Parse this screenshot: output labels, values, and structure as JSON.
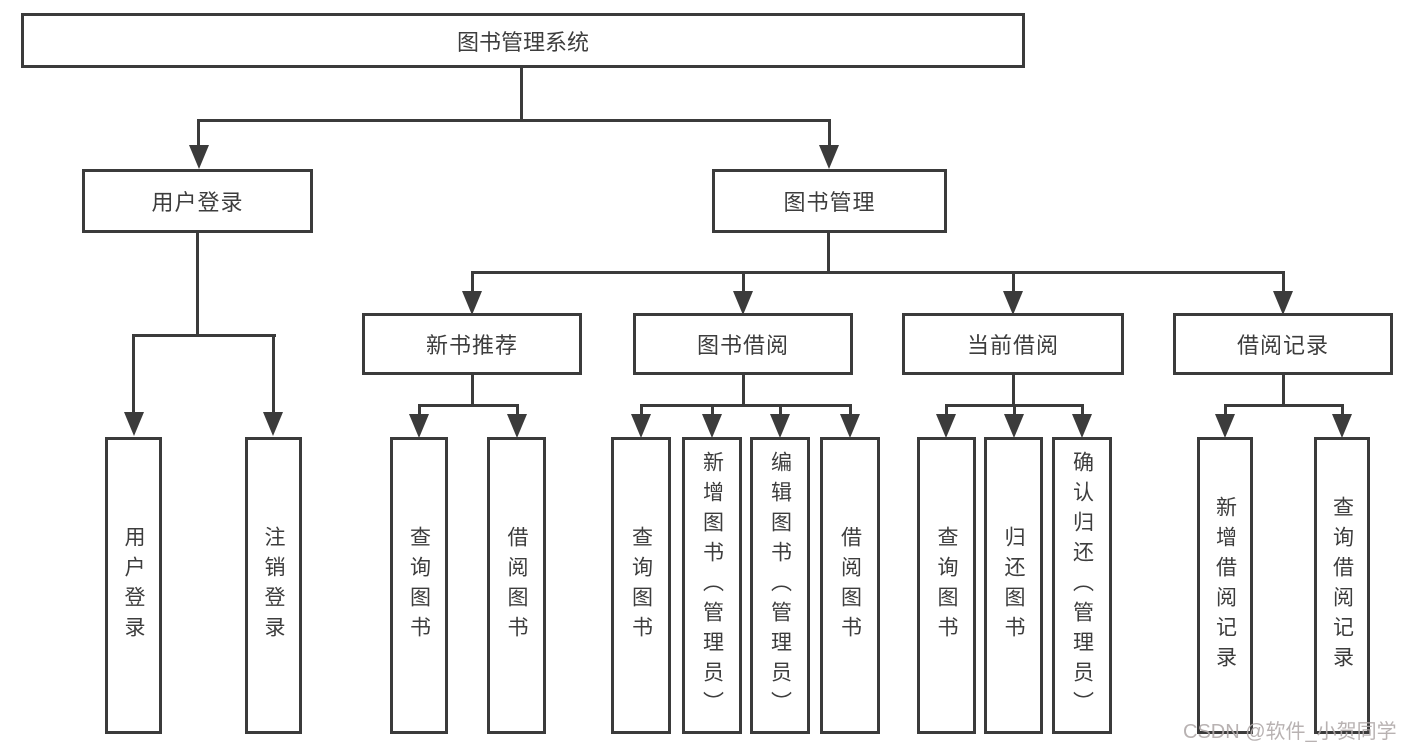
{
  "diagram": {
    "type": "hierarchy-tree",
    "root": {
      "label": "图书管理系统",
      "children": [
        {
          "label": "用户登录",
          "children": [
            {
              "label": "用户登录"
            },
            {
              "label": "注销登录"
            }
          ]
        },
        {
          "label": "图书管理",
          "children": [
            {
              "label": "新书推荐",
              "children": [
                {
                  "label": "查询图书"
                },
                {
                  "label": "借阅图书"
                }
              ]
            },
            {
              "label": "图书借阅",
              "children": [
                {
                  "label": "查询图书"
                },
                {
                  "label": "新增图书（管理员）"
                },
                {
                  "label": "编辑图书（管理员）"
                },
                {
                  "label": "借阅图书"
                }
              ]
            },
            {
              "label": "当前借阅",
              "children": [
                {
                  "label": "查询图书"
                },
                {
                  "label": "归还图书"
                },
                {
                  "label": "确认归还（管理员）"
                }
              ]
            },
            {
              "label": "借阅记录",
              "children": [
                {
                  "label": "新增借阅记录"
                },
                {
                  "label": "查询借阅记录"
                }
              ]
            }
          ]
        }
      ]
    }
  },
  "watermark": {
    "text": "CSDN @软件_小贺同学"
  },
  "colors": {
    "line": "#3b3b3b",
    "text": "#3d3d3d",
    "box_fill": "#ffffff",
    "background": "#ffffff",
    "watermark": "#b0aaaa"
  }
}
